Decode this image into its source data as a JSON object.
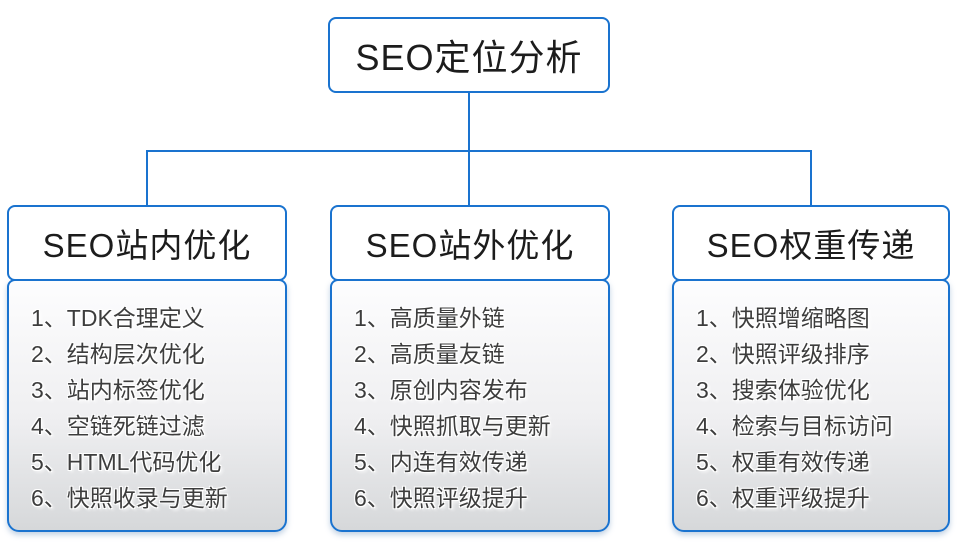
{
  "diagram": {
    "root_title": "SEO定位分析",
    "columns": [
      {
        "title": "SEO站内优化",
        "items": [
          "1、TDK合理定义",
          "2、结构层次优化",
          "3、站内标签优化",
          "4、空链死链过滤",
          "5、HTML代码优化",
          "6、快照收录与更新"
        ]
      },
      {
        "title": "SEO站外优化",
        "items": [
          "1、高质量外链",
          "2、高质量友链",
          "3、原创内容发布",
          "4、快照抓取与更新",
          "5、内连有效传递",
          "6、快照评级提升"
        ]
      },
      {
        "title": "SEO权重传递",
        "items": [
          "1、快照增缩略图",
          "2、快照评级排序",
          "3、搜索体验优化",
          "4、检索与目标访问",
          "5、权重有效传递",
          "6、权重评级提升"
        ]
      }
    ],
    "colors": {
      "accent_blue": "#1a73cf",
      "header_text": "#1c1c1c",
      "list_text": "#3d3d3d",
      "list_gradient_top": "#fdfdfe",
      "list_gradient_bottom": "#d6d8da"
    }
  }
}
